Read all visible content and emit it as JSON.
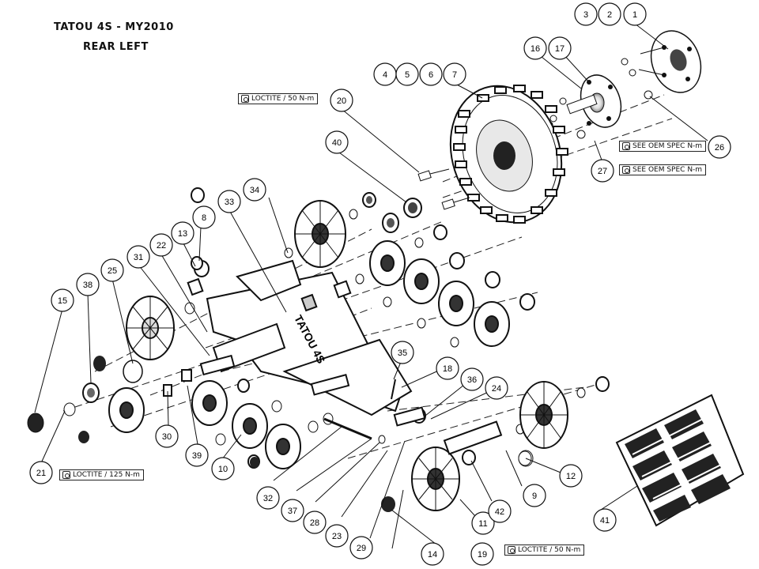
{
  "header": {
    "title": "TATOU 4S - MY2010",
    "subtitle": "REAR LEFT"
  },
  "notes": {
    "loctite_50_top": "LOCTITE / 50 N-m",
    "oem_spec_26": "SEE OEM SPEC N-m",
    "oem_spec_27": "SEE OEM SPEC N-m",
    "loctite_125": "LOCTITE / 125 N-m",
    "loctite_50_bottom": "LOCTITE / 50 N-m"
  },
  "callouts": [
    "1",
    "2",
    "3",
    "4",
    "5",
    "6",
    "7",
    "8",
    "9",
    "10",
    "11",
    "12",
    "13",
    "14",
    "15",
    "16",
    "17",
    "18",
    "19",
    "20",
    "21",
    "22",
    "23",
    "24",
    "25",
    "26",
    "27",
    "28",
    "29",
    "30",
    "31",
    "32",
    "33",
    "34",
    "35",
    "36",
    "37",
    "38",
    "39",
    "40",
    "41",
    "42"
  ],
  "frame_lettering": "TATOU 4S",
  "colors": {
    "line": "#111111",
    "fill": "#ffffff",
    "dark": "#222222"
  }
}
